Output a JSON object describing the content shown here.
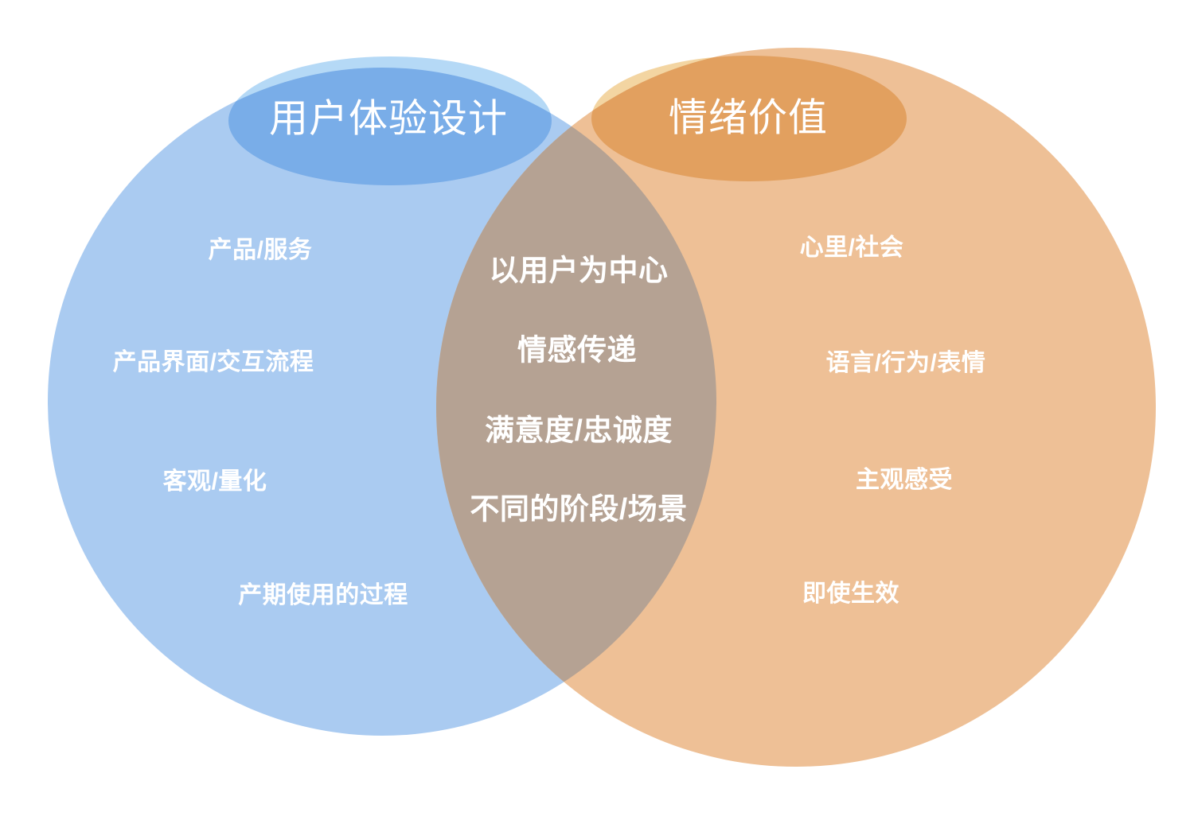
{
  "diagram": {
    "left": {
      "title": "用户体验设计",
      "items": [
        "产品/服务",
        "产品界面/交互流程",
        "客观/量化",
        "产期使用的过程"
      ]
    },
    "center": {
      "items": [
        "以用户为中心",
        "情感传递",
        "满意度/忠诚度",
        "不同的阶段/场景"
      ]
    },
    "right": {
      "title": "情绪价值",
      "items": [
        "心里/社会",
        "语言/行为/表情",
        "主观感受",
        "即使生效"
      ]
    }
  },
  "colors": {
    "left_circle": "#AACBF1",
    "right_circle": "#EEC096",
    "overlap": "#B5A293",
    "left_title_ellipse": "#B5D9F6",
    "right_title_ellipse": "#F3D5A2",
    "label_text": "#FFFFFF"
  }
}
